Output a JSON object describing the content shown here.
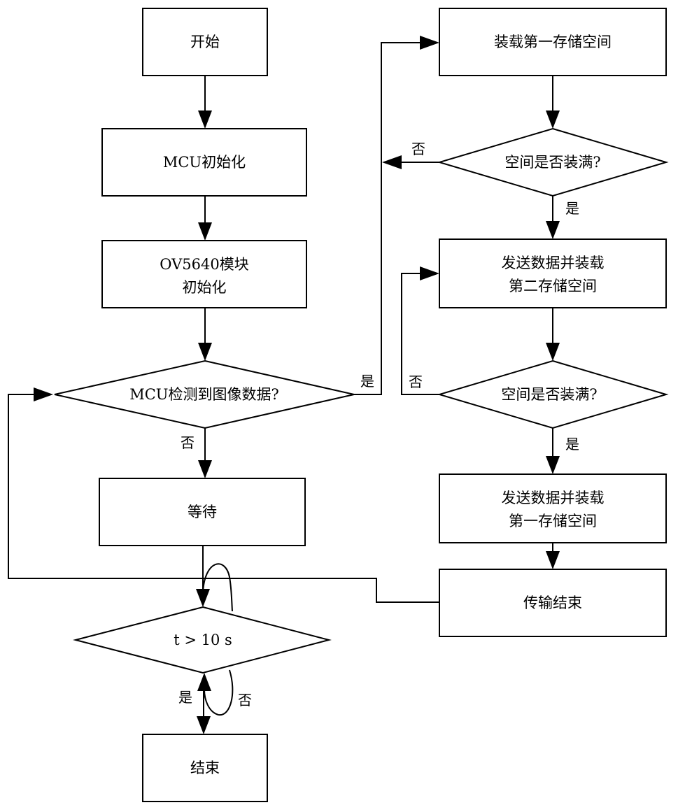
{
  "nodes": {
    "start": {
      "line1": "开始"
    },
    "mcu_init": {
      "line1": "MCU初始化"
    },
    "ov_init": {
      "line1": "OV5640模块",
      "line2": "初始化"
    },
    "detect": {
      "line1": "MCU检测到图像数据?"
    },
    "wait": {
      "line1": "等待"
    },
    "timeout": {
      "line1": "t > 10 s"
    },
    "end": {
      "line1": "结束"
    },
    "load_first": {
      "line1": "装载第一存储空间"
    },
    "full_1": {
      "line1": "空间是否装满?"
    },
    "send_load_second": {
      "line1": "发送数据并装载",
      "line2": "第二存储空间"
    },
    "full_2": {
      "line1": "空间是否装满?"
    },
    "send_load_first": {
      "line1": "发送数据并装载",
      "line2": "第一存储空间"
    },
    "transfer_end": {
      "line1": "传输结束"
    }
  },
  "edge_labels": {
    "detect_yes": "是",
    "detect_no": "否",
    "full1_no": "否",
    "full1_yes": "是",
    "full2_no": "否",
    "full2_yes": "是",
    "timeout_yes": "是",
    "timeout_no": "否"
  }
}
